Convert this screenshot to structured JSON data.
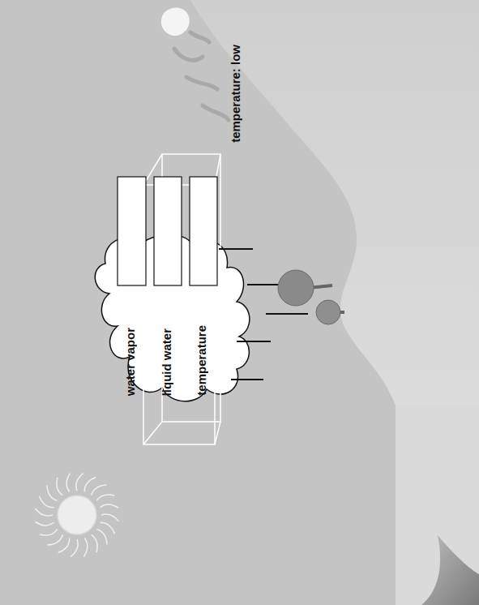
{
  "diagram": {
    "labels": [
      "water vapor",
      "liquid water",
      "temperature",
      "temperature: low"
    ]
  }
}
